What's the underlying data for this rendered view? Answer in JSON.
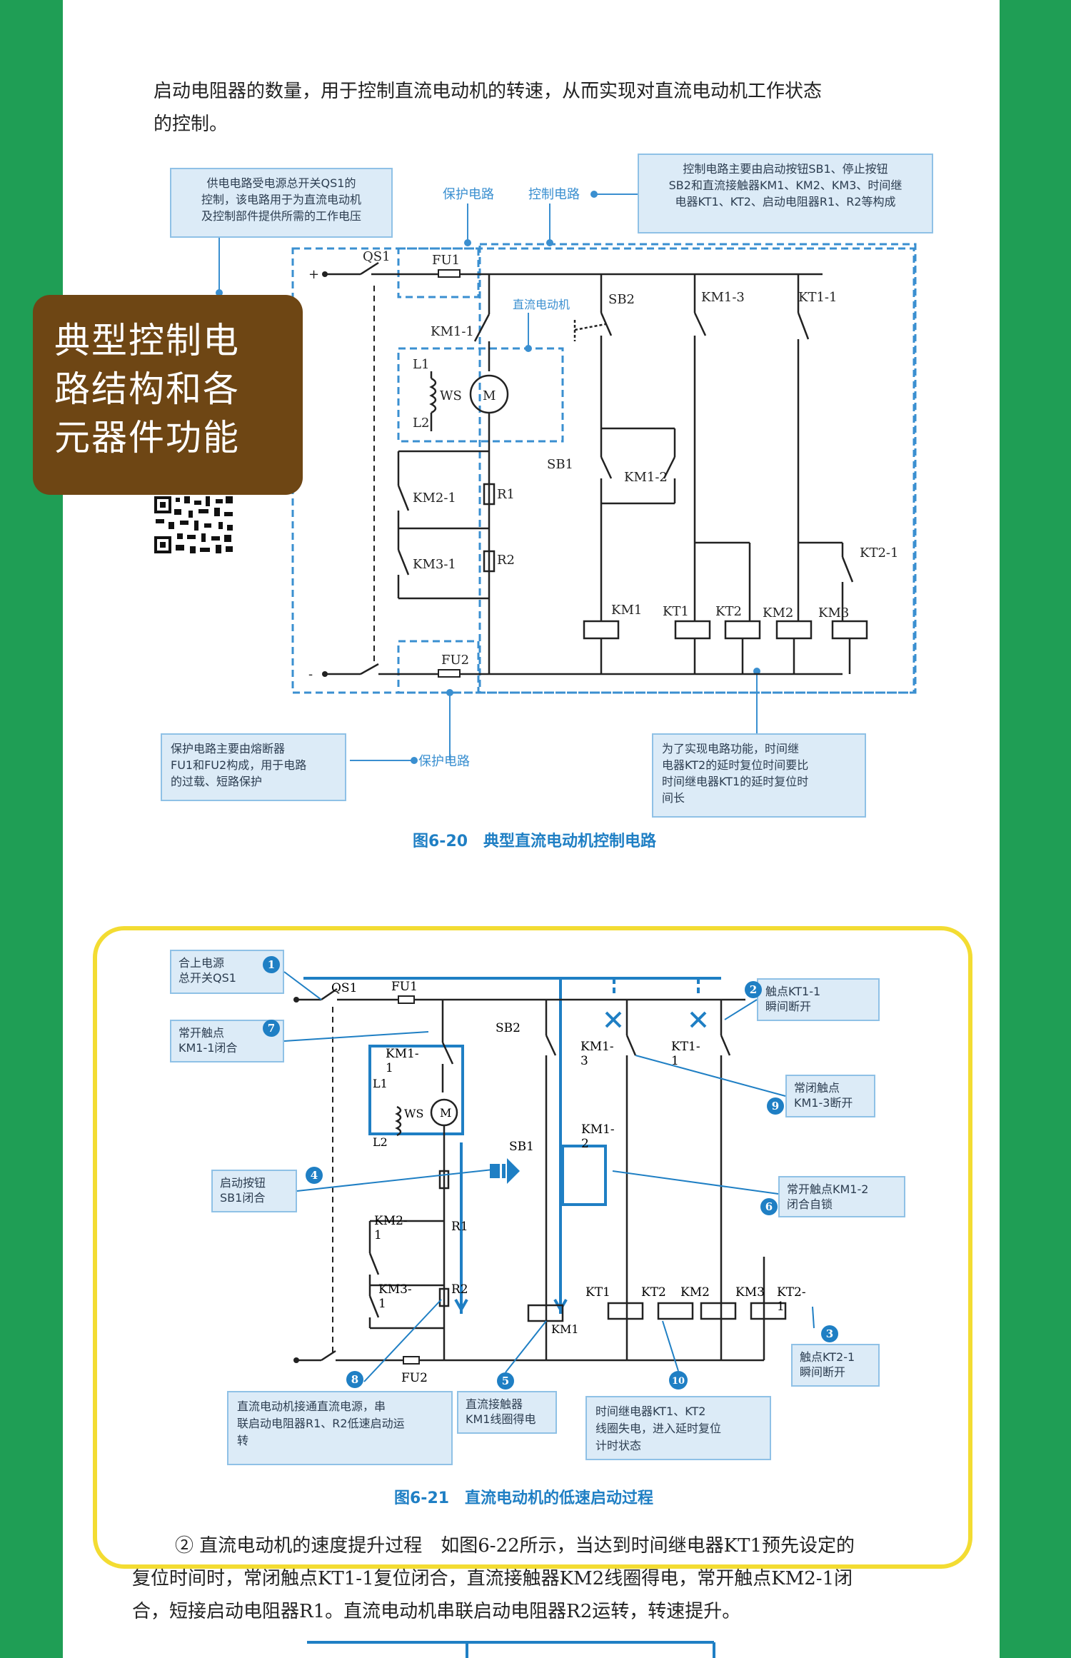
{
  "intro_text": {
    "line1": "启动电阻器的数量，用于控制直流电动机的转速，从而实现对直流电动机工作状态",
    "line2": "的控制。"
  },
  "side_label": {
    "line1": "典型控制电",
    "line2": "路结构和各",
    "line3": "元器件功能"
  },
  "fig20": {
    "caption": "图6-20　典型直流电动机控制电路",
    "note_supply": [
      "供电电路受电源总开关QS1的",
      "控制，该电路用于为直流电动机",
      "及控制部件提供所需的工作电压"
    ],
    "note_control": [
      "控制电路主要由启动按钮SB1、停止按钮",
      "SB2和直流接触器KM1、KM2、KM3、时间继",
      "电器KT1、KT2、启动电阻器R1、R2等构成"
    ],
    "note_protect": [
      "保护电路主要由熔断器",
      "FU1和FU2构成，用于电路",
      "的过载、短路保护"
    ],
    "note_timing": [
      "为了实现电路功能，时间继",
      "电器KT2的延时复位时间要比",
      "时间继电器KT1的延时复位时",
      "间长"
    ],
    "region_labels": {
      "protect_top": "保护电路",
      "control": "控制电路",
      "motor": "直流电动机",
      "protect_bottom": "保护电路"
    },
    "components": {
      "plus": "+",
      "minus": "-",
      "qs1": "QS1",
      "fu1": "FU1",
      "fu2": "FU2",
      "km1_1": "KM1-1",
      "l1": "L1",
      "l2": "L2",
      "ws": "WS",
      "m": "M",
      "km2_1": "KM2-1",
      "km3_1": "KM3-1",
      "r1": "R1",
      "r2": "R2",
      "sb2": "SB2",
      "sb1": "SB1",
      "km1_2": "KM1-2",
      "km1_3": "KM1-3",
      "kt1_1": "KT1-1",
      "kt2_1": "KT2-1",
      "km1": "KM1",
      "kt1": "KT1",
      "kt2": "KT2",
      "km2": "KM2",
      "km3": "KM3"
    }
  },
  "fig21": {
    "caption": "图6-21　直流电动机的低速启动过程",
    "notes": {
      "n1": [
        "合上电源",
        "总开关QS1"
      ],
      "n2": [
        "触点KT1-1",
        "瞬间断开"
      ],
      "n3": [
        "触点KT2-1",
        "瞬间断开"
      ],
      "n4": [
        "启动按钮",
        "SB1闭合"
      ],
      "n5": [
        "直流接触器",
        "KM1线圈得电"
      ],
      "n6": [
        "常开触点KM1-2",
        "闭合自锁"
      ],
      "n7": [
        "常开触点",
        "KM1-1闭合"
      ],
      "n8": [
        "直流电动机接通直流电源，串",
        "联启动电阻器R1、R2低速启动运",
        "转"
      ],
      "n9": [
        "常闭触点",
        "KM1-3断开"
      ],
      "n10": [
        "时间继电器KT1、KT2",
        "线圈失电，进入延时复位",
        "计时状态"
      ]
    },
    "badges": [
      "1",
      "2",
      "3",
      "4",
      "5",
      "6",
      "7",
      "8",
      "9",
      "10"
    ]
  },
  "bottom_text": {
    "line1": "② 直流电动机的速度提升过程　如图6-22所示，当达到时间继电器KT1预先设定的",
    "line2": "复位时间时，常闭触点KT1-1复位闭合，直流接触器KM2线圈得电，常开触点KM2-1闭",
    "line3": "合，短接启动电阻器R1。直流电动机串联启动电阻器R2运转，转速提升。"
  },
  "colors": {
    "background_green": "#1f9e55",
    "accent_blue": "#1f7fc4",
    "note_fill": "#dcebf7",
    "label_brown": "#6e4614",
    "frame_yellow": "#f3dc32"
  }
}
